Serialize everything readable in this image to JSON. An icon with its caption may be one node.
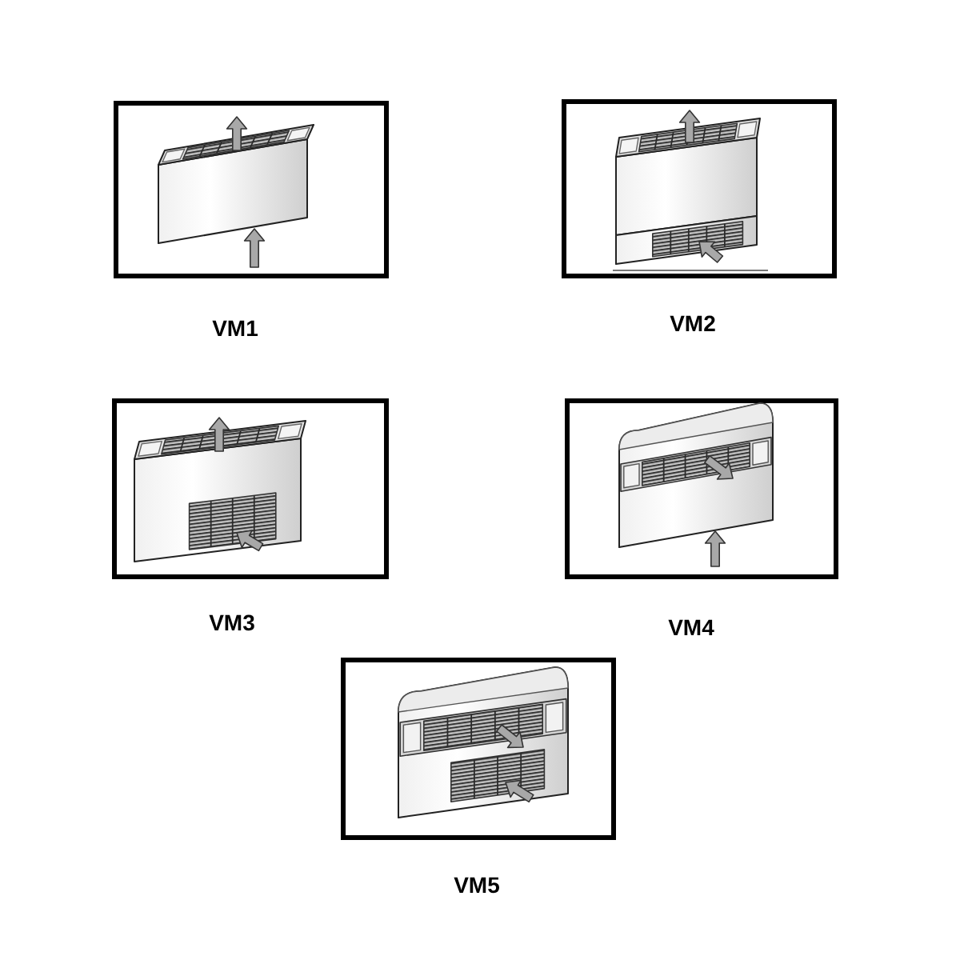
{
  "diagram": {
    "nodes": [
      {
        "text": [],
        "shape": "picture",
        "beside": [
          "VM1"
        ]
      },
      {
        "text": [],
        "shape": "picture",
        "beside": [
          "VM2"
        ]
      },
      {
        "text": [],
        "shape": "picture",
        "beside": [
          "VM3"
        ]
      },
      {
        "text": [],
        "shape": "picture",
        "beside": [
          "VM4"
        ]
      },
      {
        "text": [],
        "shape": "picture",
        "beside": [
          "VM5"
        ]
      }
    ]
  }
}
